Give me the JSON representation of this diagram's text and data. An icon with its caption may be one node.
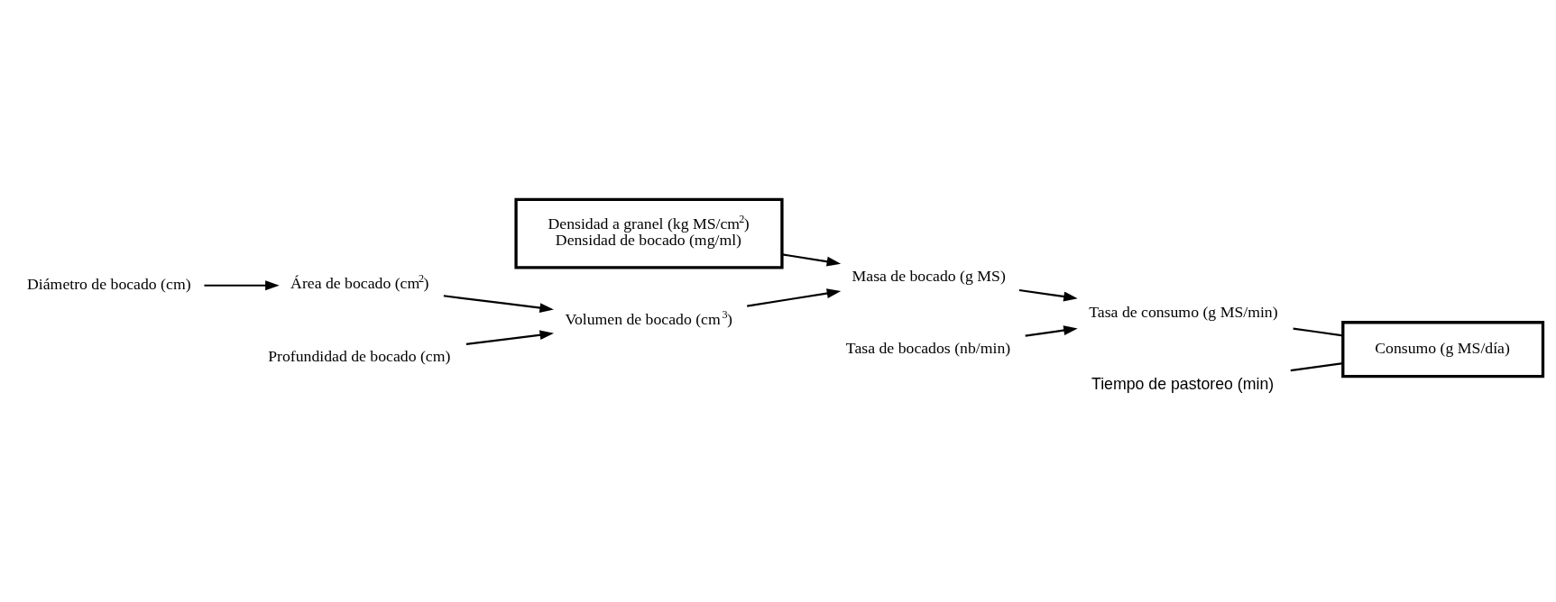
{
  "diagram": {
    "nodes": [
      {
        "text": [
          "Densidad a granel (kg MS/cm$^{2}$)",
          "Densidad de bocado (mg/ml)"
        ]
      },
      {
        "text": [
          "Diámetro de bocado (cm)"
        ]
      },
      {
        "text": [
          "Área de bocado (cm$^{2}$)"
        ]
      },
      {
        "text": [
          "Profundidad de bocado (cm)"
        ]
      },
      {
        "text": [
          "Volumen de bocado (cm$^{3}$)"
        ]
      },
      {
        "text": [
          "Masa de bocado (g MS)"
        ]
      },
      {
        "text": [
          "Tasa de bocados (nb/min)"
        ]
      },
      {
        "text": [
          "Tasa de consumo (g MS/min)"
        ]
      },
      {
        "text": [
          "Consumo (g MS/día)"
        ]
      },
      {
        "text": [
          "Tiempo de pastoreo (min)"
        ]
      }
    ],
    "edges": [
      {
        "from": 1,
        "to": 2,
        "arrow": "to"
      },
      {
        "from": 2,
        "to": 4,
        "arrow": "to"
      },
      {
        "from": 3,
        "to": 4,
        "arrow": "to"
      },
      {
        "from": 0,
        "to": 5,
        "arrow": "to"
      },
      {
        "from": 4,
        "to": 5,
        "arrow": "to"
      },
      {
        "from": 5,
        "to": 7,
        "arrow": "to"
      },
      {
        "from": 6,
        "to": 7,
        "arrow": "to"
      },
      {
        "from": 7,
        "to": 8,
        "arrow": "none"
      },
      {
        "from": 9,
        "to": 8,
        "arrow": "none"
      }
    ]
  }
}
